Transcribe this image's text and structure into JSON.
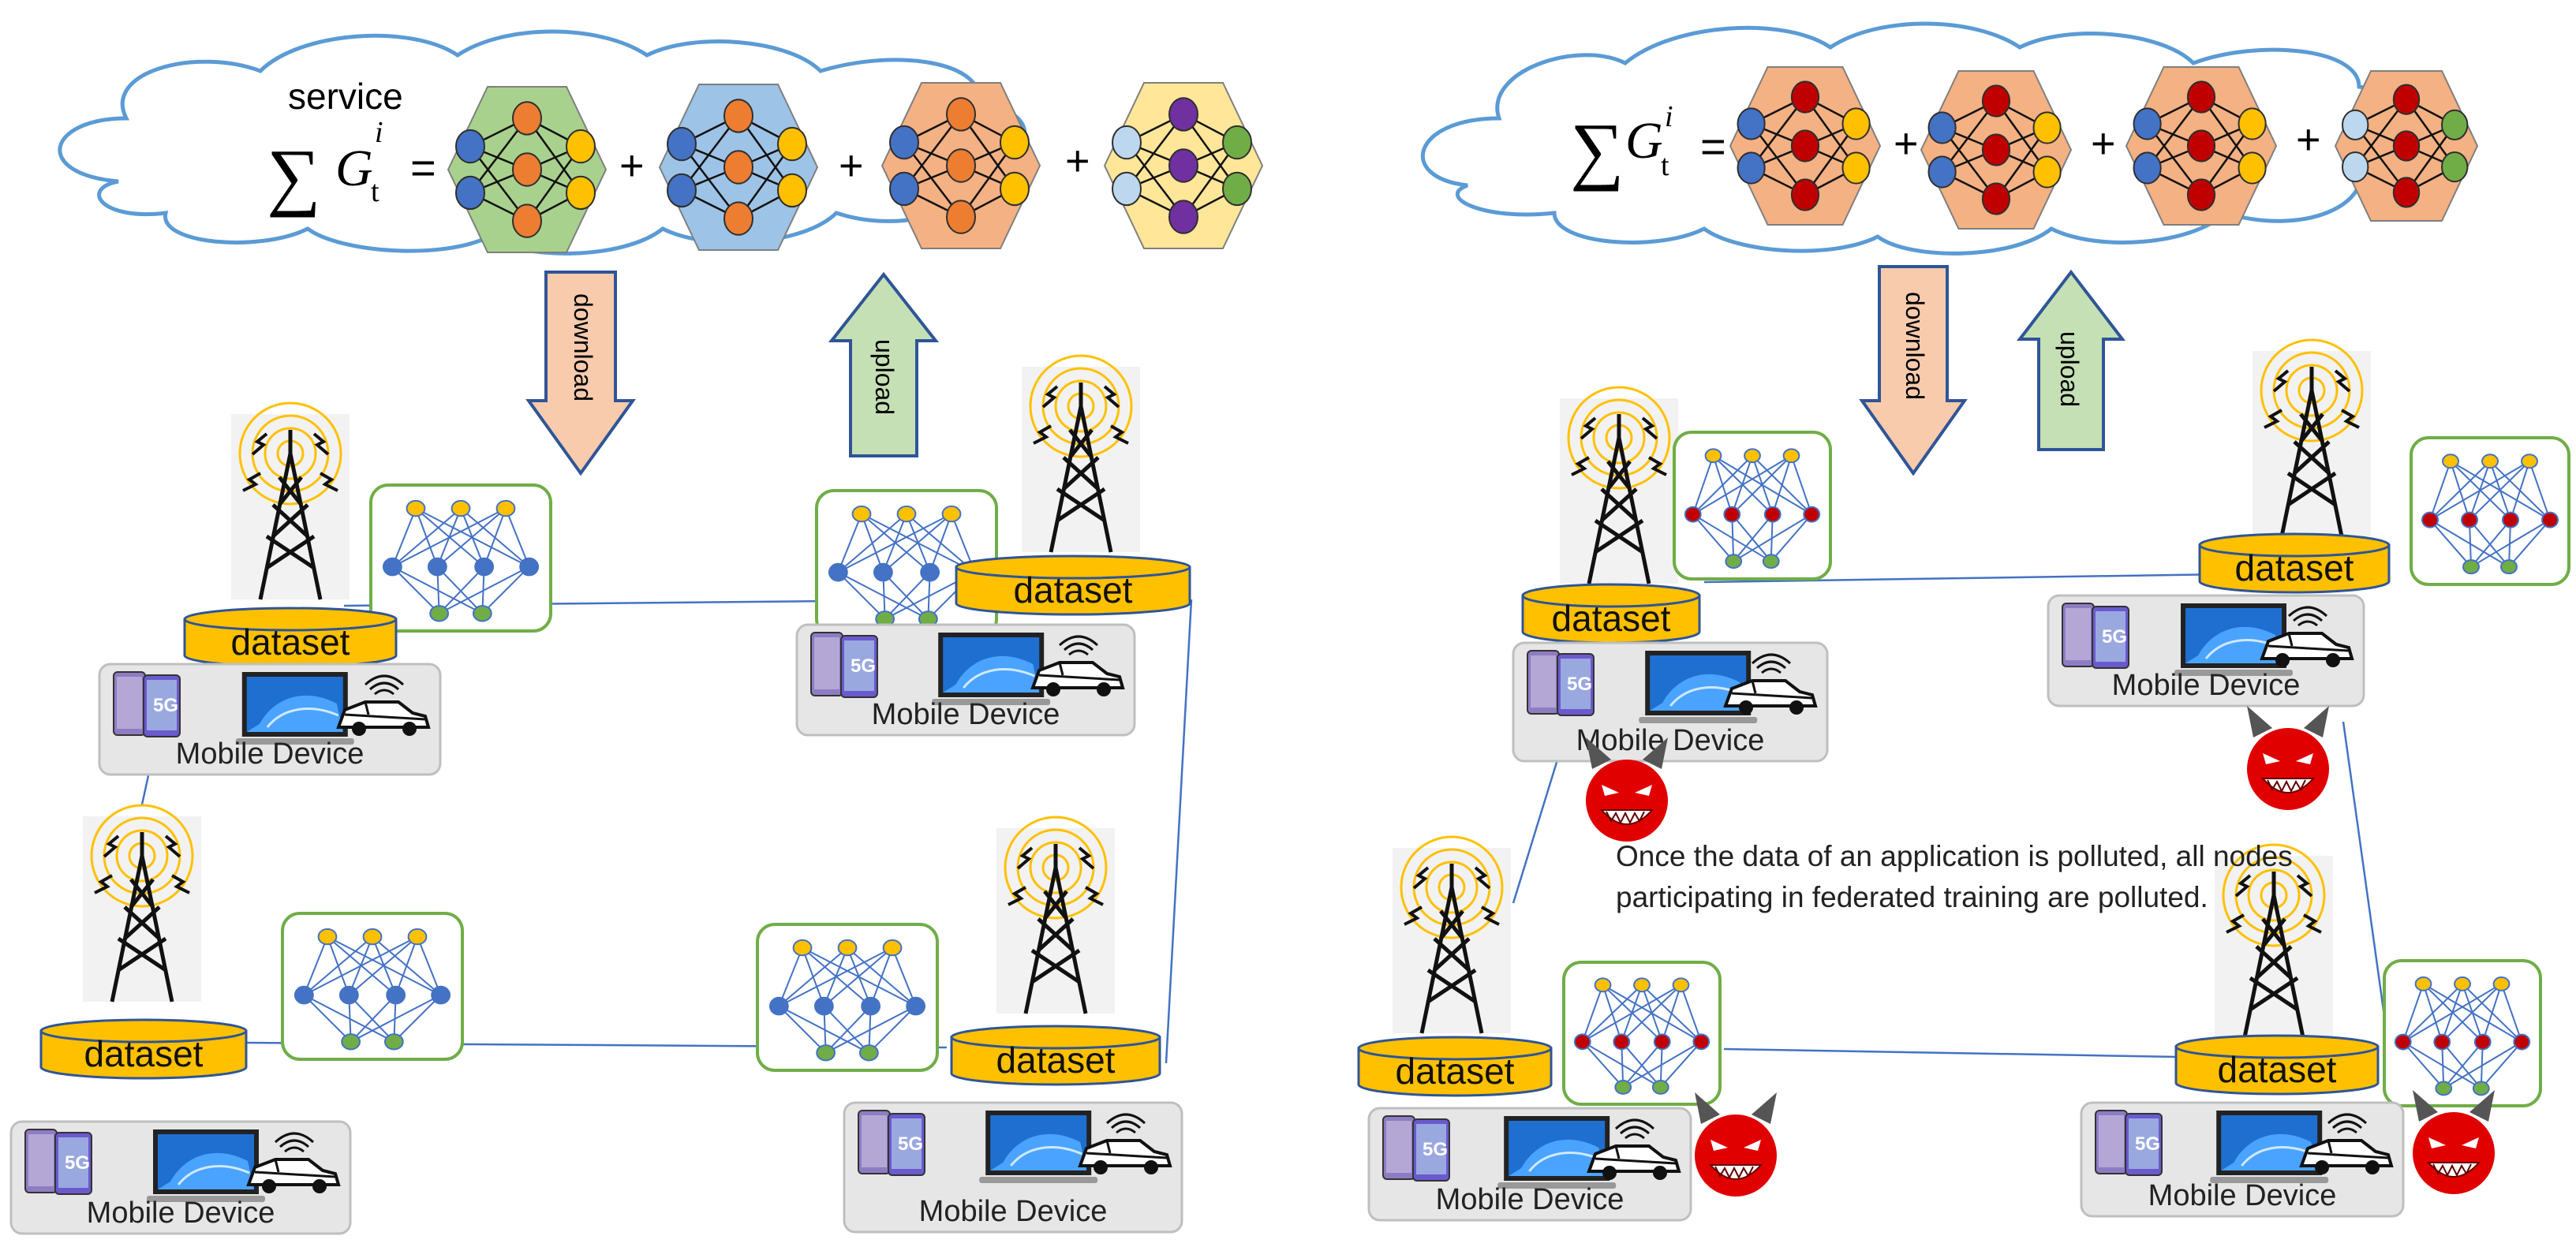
{
  "left_panel": {
    "cloud_caption": "service",
    "formula": {
      "sum_symbol": "∑",
      "var": "G",
      "superscript": "i",
      "subscript": "t",
      "equals": "=",
      "plus": "+"
    },
    "download_label": "download",
    "upload_label": "upload",
    "dataset_label": "dataset",
    "device_label": "Mobile Device",
    "badge_5g": "5G"
  },
  "right_panel": {
    "formula": {
      "sum_symbol": "∑",
      "var": "G",
      "superscript": "i",
      "subscript": "t",
      "equals": "=",
      "plus": "+"
    },
    "download_label": "download",
    "upload_label": "upload",
    "dataset_label": "dataset",
    "device_label": "Mobile Device",
    "badge_5g": "5G",
    "warning_line1": "Once the data of an application is polluted, all nodes",
    "warning_line2": "participating in federated training are polluted."
  },
  "colors": {
    "cloud_stroke": "#5b9bd5",
    "dataset_fill": "#ffc000",
    "box_stroke": "#70ad47",
    "node_blue": "#4472c4",
    "node_orange": "#ed7d31",
    "node_yellow": "#ffc000",
    "node_green": "#70ad47",
    "node_red": "#c00000",
    "node_purple": "#7030a0",
    "node_lightblue": "#bdd7ee",
    "hex_green": "#a9d18e",
    "hex_blue": "#9dc3e6",
    "hex_orange": "#f4b183",
    "hex_yellow": "#ffe699",
    "arrow_down_fill": "#f8cbad",
    "arrow_up_fill": "#c5e0b4",
    "arrow_stroke": "#2f5597",
    "devil_red": "#e00000"
  }
}
